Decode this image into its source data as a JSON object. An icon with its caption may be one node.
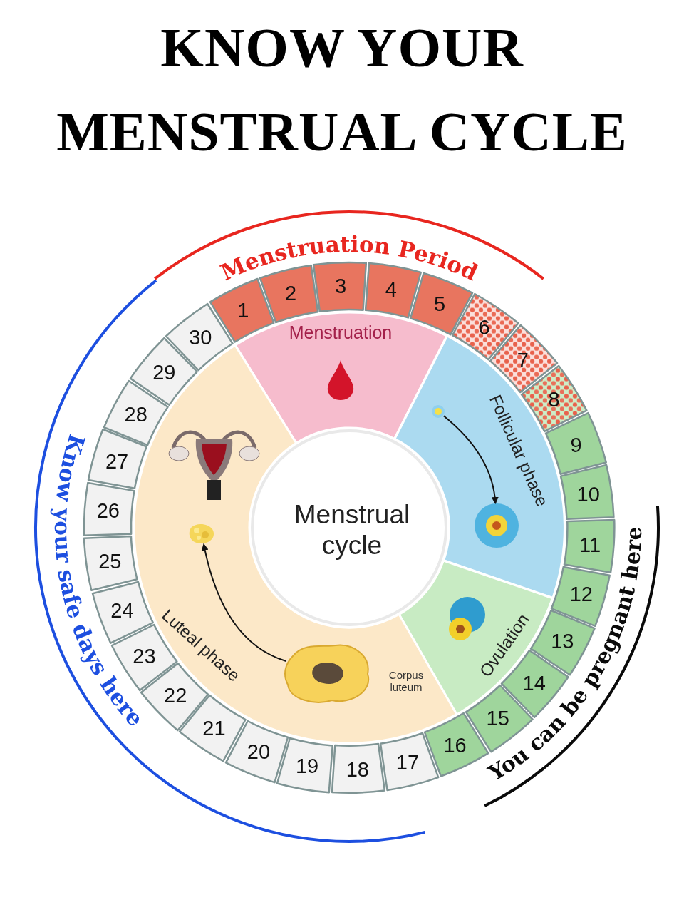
{
  "diagram": {
    "title": "KNOW YOUR MENSTRUAL CYCLE",
    "nodes": [
      {
        "text": [
          "Menstrual cycle"
        ]
      },
      {
        "text": [
          "Menstruation"
        ]
      },
      {
        "text": [],
        "shape": "picture",
        "in": 1
      },
      {
        "text": [
          "Follicular phase"
        ]
      },
      {
        "text": [],
        "shape": "picture",
        "in": 3
      },
      {
        "text": [],
        "shape": "picture",
        "in": 3
      },
      {
        "text": [
          "Ovulation"
        ]
      },
      {
        "text": [],
        "shape": "picture",
        "in": 6
      },
      {
        "text": [
          "Luteal phase"
        ]
      },
      {
        "text": [],
        "shape": "picture",
        "in": 8
      },
      {
        "text": [],
        "shape": "picture",
        "in": 8
      },
      {
        "text": [],
        "shape": "picture",
        "in": 8,
        "beside": [
          "Corpus luteum"
        ]
      },
      {
        "text": [
          "1"
        ]
      },
      {
        "text": [
          "2"
        ]
      },
      {
        "text": [
          "3"
        ]
      },
      {
        "text": [
          "4"
        ]
      },
      {
        "text": [
          "5"
        ]
      },
      {
        "text": [
          "6"
        ]
      },
      {
        "text": [
          "7"
        ]
      },
      {
        "text": [
          "8"
        ]
      },
      {
        "text": [
          "9"
        ]
      },
      {
        "text": [
          "10"
        ]
      },
      {
        "text": [
          "11"
        ]
      },
      {
        "text": [
          "12"
        ]
      },
      {
        "text": [
          "13"
        ]
      },
      {
        "text": [
          "14"
        ]
      },
      {
        "text": [
          "15"
        ]
      },
      {
        "text": [
          "16"
        ]
      },
      {
        "text": [
          "17"
        ]
      },
      {
        "text": [
          "18"
        ]
      },
      {
        "text": [
          "19"
        ]
      },
      {
        "text": [
          "20"
        ]
      },
      {
        "text": [
          "21"
        ]
      },
      {
        "text": [
          "22"
        ]
      },
      {
        "text": [
          "23"
        ]
      },
      {
        "text": [
          "24"
        ]
      },
      {
        "text": [
          "25"
        ]
      },
      {
        "text": [
          "26"
        ]
      },
      {
        "text": [
          "27"
        ]
      },
      {
        "text": [
          "28"
        ]
      },
      {
        "text": [
          "29"
        ]
      },
      {
        "text": [
          "30"
        ]
      }
    ],
    "edges": [
      {
        "from": 4,
        "to": 5,
        "arrow": "to"
      },
      {
        "from": 11,
        "to": 10,
        "arrow": "to"
      }
    ],
    "labels": [
      "Menstruation Period",
      "Know your safe days here",
      "You can be pregnant here"
    ]
  }
}
